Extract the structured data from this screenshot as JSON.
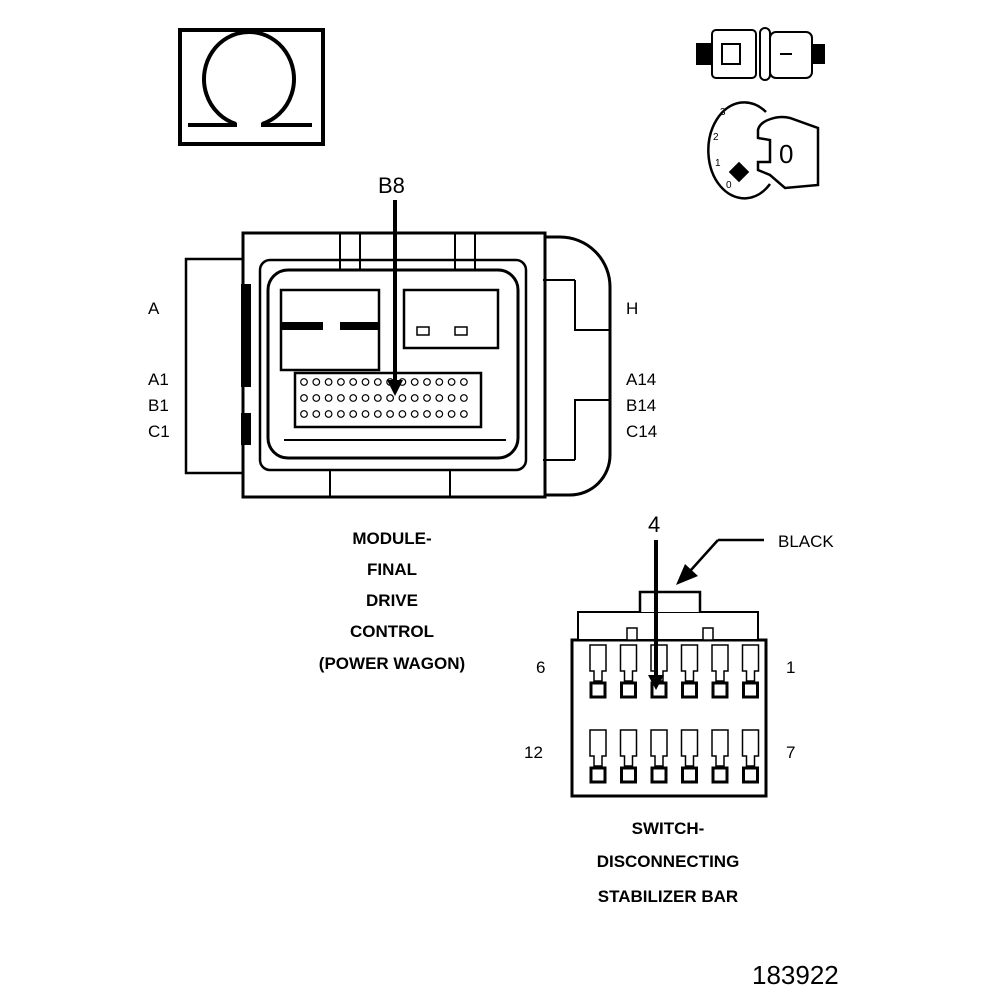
{
  "colors": {
    "ink": "#000000",
    "paper": "#ffffff"
  },
  "ohm_symbol": {
    "glyph": "Ω",
    "icon": "ohmmeter-icon"
  },
  "key_symbol": {
    "icon": "ignition-key-icon",
    "positions": [
      "3",
      "2",
      "1",
      "0"
    ],
    "key_label": "0"
  },
  "connector_top": {
    "callout": "B8",
    "left_labels": [
      "A",
      "A1",
      "B1",
      "C1"
    ],
    "right_labels": [
      "H",
      "A14",
      "B14",
      "C14"
    ],
    "caption": [
      "MODULE-",
      "FINAL",
      "DRIVE",
      "CONTROL",
      "(POWER WAGON)"
    ]
  },
  "connector_bottom": {
    "callout": "4",
    "wire_color": "BLACK",
    "top_left_pin": "6",
    "top_right_pin": "1",
    "bottom_left_pin": "12",
    "bottom_right_pin": "7",
    "caption": [
      "SWITCH-",
      "DISCONNECTING",
      "STABILIZER BAR"
    ]
  },
  "figure_number": "183922"
}
